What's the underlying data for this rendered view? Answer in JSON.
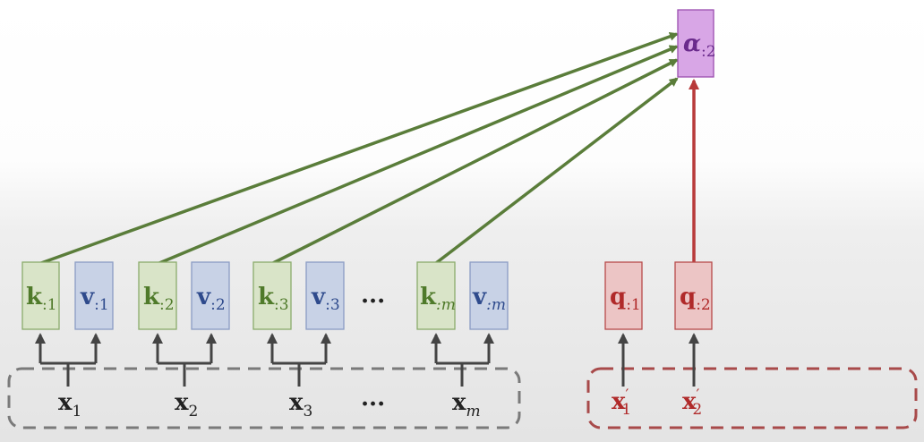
{
  "colors": {
    "green_arrow": "#5a7d3a",
    "red_arrow": "#b83a3a",
    "dark_arrow": "#444444",
    "key_fill": "#d9e4c8",
    "key_stroke": "#8aab6b",
    "key_text": "#4f7a2a",
    "value_fill": "#c8d2e6",
    "value_stroke": "#8a9cc4",
    "value_text": "#2e4a8c",
    "query_fill": "#ecc5c5",
    "query_stroke": "#b84a4a",
    "query_text": "#b02a2a",
    "alpha_fill": "#d8a6e6",
    "alpha_stroke": "#9b4fb0",
    "alpha_text": "#6a2a8c",
    "gray_dashed": "#7a7a7a",
    "red_dashed": "#a84a4a"
  },
  "output": {
    "symbol": "α",
    "subscript": ":2"
  },
  "kv_pairs": [
    {
      "key": "k",
      "value": "v",
      "subscript": ":1",
      "input": "x",
      "input_sub": "1",
      "italic_sub": false
    },
    {
      "key": "k",
      "value": "v",
      "subscript": ":2",
      "input": "x",
      "input_sub": "2",
      "italic_sub": false
    },
    {
      "key": "k",
      "value": "v",
      "subscript": ":3",
      "input": "x",
      "input_sub": "3",
      "italic_sub": false
    },
    {
      "key": "k",
      "value": "v",
      "subscript": ":m",
      "input": "x",
      "input_sub": "m",
      "italic_sub": true
    }
  ],
  "ellipsis": "···",
  "queries": [
    {
      "symbol": "q",
      "subscript": ":1",
      "input": "x",
      "prime": "′",
      "input_sub": "1"
    },
    {
      "symbol": "q",
      "subscript": ":2",
      "input": "x",
      "prime": "′",
      "input_sub": "2"
    }
  ]
}
